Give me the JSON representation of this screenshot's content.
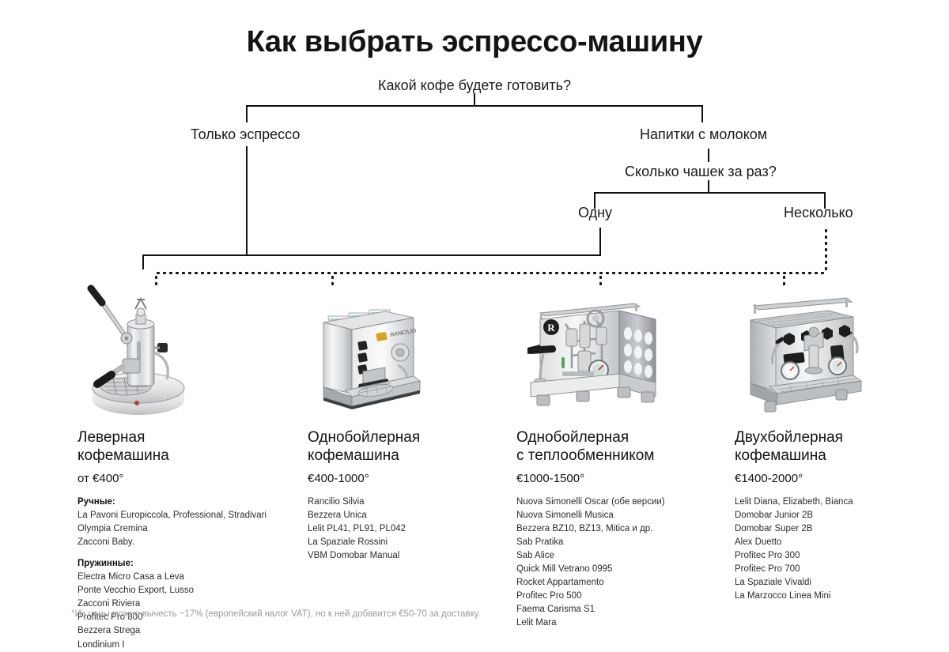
{
  "header": {
    "title": "Как выбрать эспрессо-машину",
    "subtitle": "Какой кофе будете готовить?"
  },
  "tree": {
    "branch_left": "Только эспрессо",
    "branch_right": "Напитки с молоком",
    "question_2": "Сколько чашек за раз?",
    "branch_one": "Одну",
    "branch_many": "Несколько"
  },
  "products": [
    {
      "icon": "lever-espresso-machine-icon",
      "name": "Леверная\nкофемашина",
      "price": "от €400°",
      "groups": [
        {
          "heading": "Ручные:",
          "items": [
            "La Pavoni Europiccola, Professional, Stradivari",
            "Olympia Cremina",
            "Zacconi Baby."
          ]
        },
        {
          "heading": "Пружинные:",
          "items": [
            "Electra Micro Casa a Leva",
            "Ponte Vecchio Export, Lusso",
            "Zacconi Riviera",
            "Profitec Pro 800",
            "Bezzera Strega",
            "Londinium I"
          ]
        }
      ]
    },
    {
      "icon": "single-boiler-espresso-machine-icon",
      "name": "Однобойлерная\nкофемашина",
      "price": "€400-1000°",
      "groups": [
        {
          "heading": "",
          "items": [
            "Rancilio Silvia",
            "Bezzera Unica",
            "Lelit PL41, PL91, PL042",
            "La Spaziale Rossini",
            "VBM Domobar Manual"
          ]
        }
      ]
    },
    {
      "icon": "heat-exchanger-espresso-machine-icon",
      "name": "Однобойлерная\nс теплообменником",
      "price": "€1000-1500°",
      "groups": [
        {
          "heading": "",
          "items": [
            "Nuova Simonelli Oscar (обе версии)",
            "Nuova Simonelli Musica",
            "Bezzera BZ10, BZ13, Mitica и др.",
            "Sab Pratika",
            "Sab Alice",
            "Quick Mill Vetrano 0995",
            "Rocket Appartamento",
            "Profitec Pro 500",
            "Faema Carisma S1",
            "Lelit Mara"
          ]
        }
      ]
    },
    {
      "icon": "dual-boiler-espresso-machine-icon",
      "name": "Двухбойлерная\nкофемашина",
      "price": "€1400-2000°",
      "groups": [
        {
          "heading": "",
          "items": [
            "Lelit Diana, Elizabeth, Bianca",
            "Domobar Junior 2B",
            "Domobar Super 2B",
            "Alex Duetto",
            "Profitec Pro 300",
            "Profitec Pro 700",
            "La Spaziale Vivaldi",
            "La Marzocco Linea Mini"
          ]
        }
      ]
    }
  ],
  "footnote": "°Из цены можно вычесть ~17% (европейский налог VAT), но к ней добавится €50-70 за доставку."
}
